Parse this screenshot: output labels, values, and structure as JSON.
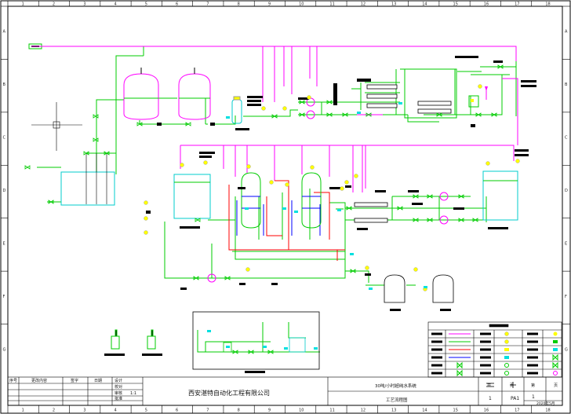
{
  "sheet": {
    "column_labels": [
      "1",
      "2",
      "3",
      "4",
      "5",
      "6",
      "7",
      "8",
      "9",
      "10",
      "11",
      "12",
      "13",
      "14",
      "15",
      "16",
      "17",
      "18"
    ],
    "row_labels": [
      "A",
      "B",
      "C",
      "D",
      "E",
      "F",
      "G"
    ]
  },
  "title_block": {
    "company": "西安湛特自动化工程有限公司",
    "project": "30吨/小时超纯水系统",
    "drawing_title": "工艺流程图",
    "left_headers": [
      "序号",
      "更改内容",
      "签字",
      "日期"
    ],
    "roles": [
      "设计",
      "校对",
      "审核",
      "批准"
    ],
    "scale_value": "1:1",
    "page_labels": [
      "共",
      "页",
      "第",
      "页"
    ],
    "page_values": [
      "1",
      "1"
    ],
    "drawing_no": "PA1",
    "date": "2020年5月"
  },
  "legend": {
    "colors": {
      "raw_water": "#00cc00",
      "pure_water": "#ff00ff",
      "drain": "#ff0000",
      "chem_dosing": "#0000ff",
      "frame": "#000000",
      "valve_yellow": "#ffff00",
      "cyan_tag": "#00e0e0"
    }
  }
}
